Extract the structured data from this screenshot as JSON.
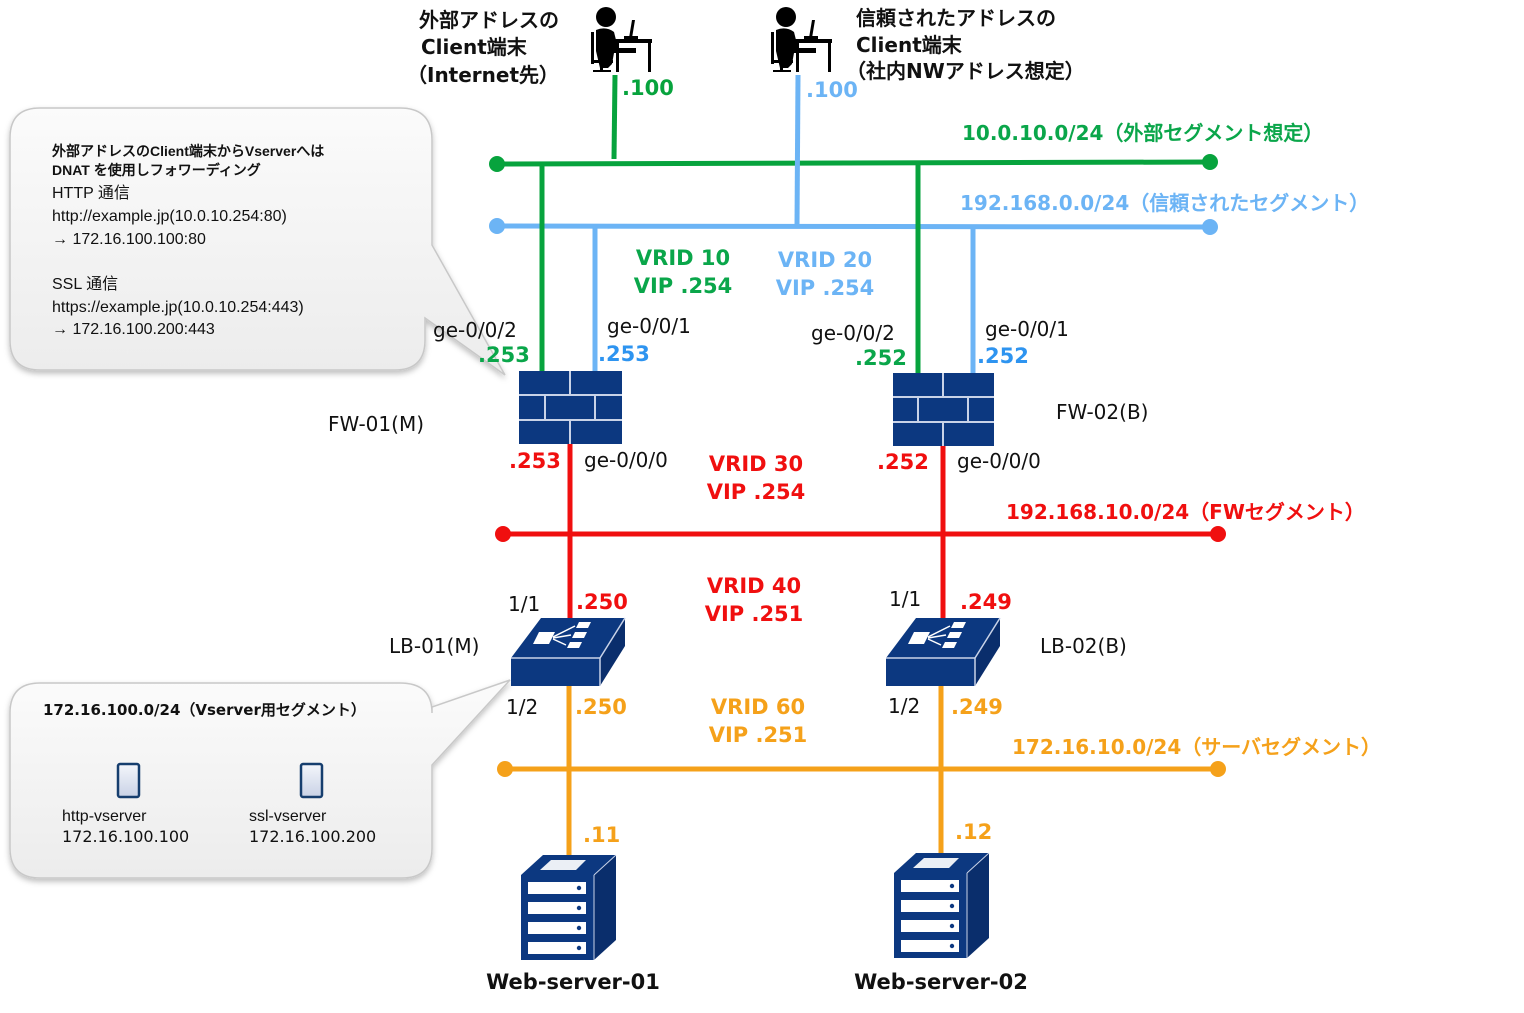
{
  "colors": {
    "external": "#0aa64a",
    "external_line": "#079a2c",
    "trusted": "#6cb4f5",
    "trusted_text": "#2e94f0",
    "fw_segment": "#f00f0f",
    "server_segment": "#f5a11a",
    "device": "#0c3880",
    "callout_bg": "#f4f4f4"
  },
  "clients": {
    "external": {
      "label_lines": [
        "外部アドレスの",
        "Client端末",
        "（Internet先）"
      ],
      "ip": ".100",
      "icon": "person-at-computer-icon"
    },
    "trusted": {
      "label_lines": [
        "信頼されたアドレスの",
        "Client端末",
        "（社内NWアドレス想定）"
      ],
      "ip": ".100",
      "icon": "person-at-computer-icon"
    }
  },
  "segments": {
    "external": "10.0.10.0/24（外部セグメント想定）",
    "trusted": "192.168.0.0/24（信頼されたセグメント）",
    "fw": "192.168.10.0/24（FWセグメント）",
    "server": "172.16.10.0/24（サーバセグメント）"
  },
  "vrrp": {
    "vrid10": {
      "line1": "VRID 10",
      "line2": "VIP .254"
    },
    "vrid20": {
      "line1": "VRID 20",
      "line2": "VIP .254"
    },
    "vrid30": {
      "line1": "VRID 30",
      "line2": "VIP .254"
    },
    "vrid40": {
      "line1": "VRID 40",
      "line2": "VIP .251"
    },
    "vrid60": {
      "line1": "VRID 60",
      "line2": "VIP .251"
    }
  },
  "firewalls": {
    "fw01": {
      "name": "FW-01(M)",
      "icon": "firewall-icon",
      "ge2_port": "ge-0/0/2",
      "ge2_ip": ".253",
      "ge1_port": "ge-0/0/1",
      "ge1_ip": ".253",
      "ge0_port": "ge-0/0/0",
      "ge0_ip": ".253"
    },
    "fw02": {
      "name": "FW-02(B)",
      "icon": "firewall-icon",
      "ge2_port": "ge-0/0/2",
      "ge2_ip": ".252",
      "ge1_port": "ge-0/0/1",
      "ge1_ip": ".252",
      "ge0_port": "ge-0/0/0",
      "ge0_ip": ".252"
    }
  },
  "load_balancers": {
    "lb01": {
      "name": "LB-01(M)",
      "icon": "load-balancer-icon",
      "p11": "1/1",
      "p11_ip": ".250",
      "p12": "1/2",
      "p12_ip": ".250"
    },
    "lb02": {
      "name": "LB-02(B)",
      "icon": "load-balancer-icon",
      "p11": "1/1",
      "p11_ip": ".249",
      "p12": "1/2",
      "p12_ip": ".249"
    }
  },
  "servers": {
    "web01": {
      "name": "Web-server-01",
      "ip": ".11",
      "icon": "server-tower-icon"
    },
    "web02": {
      "name": "Web-server-02",
      "ip": ".12",
      "icon": "server-tower-icon"
    }
  },
  "callout_dnat": {
    "title_line1": "外部アドレスのClient端末からVserverへは",
    "title_line2": "DNAT を使用しフォワーディング",
    "http_label": "HTTP 通信",
    "http_src": "http://example.jp(10.0.10.254:80)",
    "http_dst": "→ 172.16.100.100:80",
    "ssl_label": "SSL 通信",
    "ssl_src": "https://example.jp(10.0.10.254:443)",
    "ssl_dst": "→ 172.16.100.200:443"
  },
  "callout_vserver": {
    "title": "172.16.100.0/24（Vserver用セグメント）",
    "vservers": [
      {
        "name": "http-vserver",
        "ip": "172.16.100.100",
        "icon": "vserver-icon"
      },
      {
        "name": "ssl-vserver",
        "ip": "172.16.100.200",
        "icon": "vserver-icon"
      }
    ]
  }
}
